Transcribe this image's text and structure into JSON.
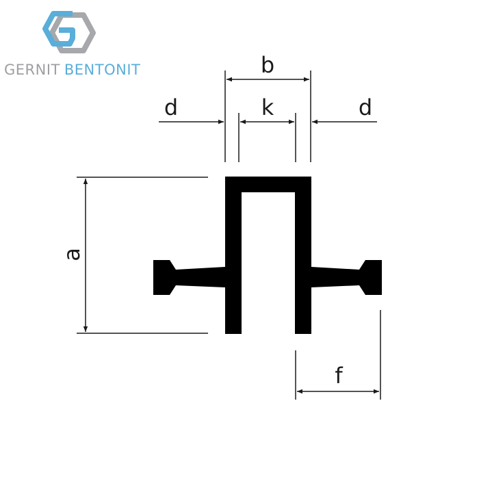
{
  "brand": {
    "name_part1": "GERNIT",
    "name_part2": "BENTONIT",
    "logo_icon": "gs-hexagon-logo-icon",
    "colors": {
      "primary_blue": "#5aaed9",
      "secondary_gray": "#9e9fa3"
    }
  },
  "drawing": {
    "profile_color": "#000000",
    "line_color": "#1a1a1a",
    "dimension_labels": {
      "a": "a",
      "b": "b",
      "k": "k",
      "d_left": "d",
      "d_right": "d",
      "f": "f"
    }
  }
}
